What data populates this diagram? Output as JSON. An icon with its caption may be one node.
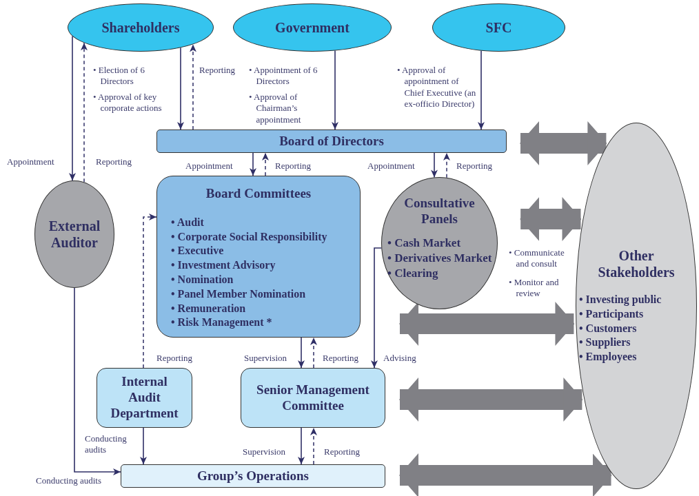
{
  "diagram": {
    "nodes": [
      {
        "text": [
          "Shareholders"
        ]
      },
      {
        "text": [
          "Government"
        ]
      },
      {
        "text": [
          "SFC"
        ]
      },
      {
        "text": [
          "Board of Directors"
        ]
      },
      {
        "text": [
          "External Auditor"
        ]
      },
      {
        "text": [
          "Board Committees",
          "• Audit",
          "• Corporate Social Responsibility",
          "• Executive",
          "• Investment Advisory",
          "• Nomination",
          "• Panel Member Nomination",
          "• Remuneration",
          "• Risk Management *"
        ]
      },
      {
        "text": [
          "Consultative Panels",
          "• Cash Market",
          "• Derivatives Market",
          "• Clearing"
        ]
      },
      {
        "text": [
          "Internal Audit Department"
        ]
      },
      {
        "text": [
          "Senior Management Committee"
        ]
      },
      {
        "text": [
          "Group’s Operations"
        ]
      },
      {
        "text": [
          "Other Stakeholders",
          "• Investing public",
          "• Participants",
          "• Customers",
          "• Suppliers",
          "• Employees"
        ]
      }
    ],
    "edges": [
      {
        "from": 0,
        "to": 3,
        "arrow": "to"
      },
      {
        "from": 3,
        "to": 0,
        "arrow": "to",
        "style": "dashed",
        "label": "Reporting"
      },
      {
        "from": 1,
        "to": 3,
        "arrow": "to"
      },
      {
        "from": 2,
        "to": 3,
        "arrow": "to"
      },
      {
        "from": 0,
        "to": 4,
        "arrow": "to",
        "label": "Appointment"
      },
      {
        "from": 4,
        "to": 0,
        "arrow": "to",
        "style": "dashed",
        "label": "Reporting"
      },
      {
        "from": 3,
        "to": 5,
        "arrow": "to",
        "label": "Appointment"
      },
      {
        "from": 5,
        "to": 3,
        "arrow": "to",
        "style": "dashed",
        "label": "Reporting"
      },
      {
        "from": 3,
        "to": 6,
        "arrow": "to",
        "label": "Appointment"
      },
      {
        "from": 6,
        "to": 3,
        "arrow": "to",
        "style": "dashed",
        "label": "Reporting"
      },
      {
        "from": 7,
        "to": 5,
        "arrow": "to",
        "style": "dashed",
        "label": "Reporting"
      },
      {
        "from": 5,
        "to": 8,
        "arrow": "to",
        "label": "Supervision"
      },
      {
        "from": 8,
        "to": 5,
        "arrow": "to",
        "style": "dashed",
        "label": "Reporting"
      },
      {
        "from": 6,
        "to": 8,
        "arrow": "to",
        "label": "Advising"
      },
      {
        "from": 7,
        "to": 9,
        "arrow": "to",
        "label": "Conducting audits"
      },
      {
        "from": 4,
        "to": 9,
        "arrow": "to",
        "label": "Conducting audits"
      },
      {
        "from": 8,
        "to": 9,
        "arrow": "to",
        "label": "Supervision"
      },
      {
        "from": 9,
        "to": 8,
        "arrow": "to",
        "style": "dashed",
        "label": "Reporting"
      },
      {
        "from": 3,
        "to": 10,
        "arrow": "both",
        "style": "thick",
        "color": "#808085"
      },
      {
        "from": 6,
        "to": 10,
        "arrow": "both",
        "style": "thick",
        "color": "#808085"
      },
      {
        "from": 5,
        "to": 10,
        "arrow": "both",
        "style": "thick",
        "color": "#808085"
      },
      {
        "from": 8,
        "to": 10,
        "arrow": "both",
        "style": "thick",
        "color": "#808085"
      },
      {
        "from": 9,
        "to": 10,
        "arrow": "both",
        "style": "thick",
        "color": "#808085"
      }
    ],
    "labels": [
      "• Election of 6 Directors",
      "• Approval of key corporate actions",
      "• Appointment of 6 Directors",
      "• Approval of Chairman’s appointment",
      "• Approval of appointment of Chief Executive (an ex-officio Director)",
      "• Communicate and consult",
      "• Monitor and review"
    ]
  }
}
